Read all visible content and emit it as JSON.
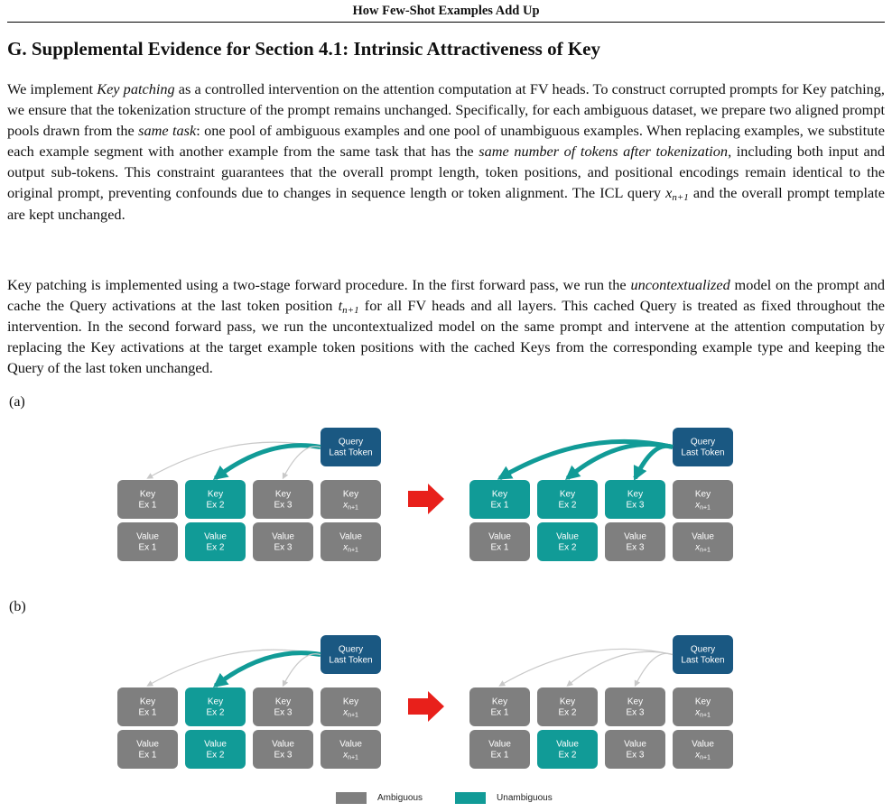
{
  "running_head": "How Few-Shot Examples Add Up",
  "section_title": "G. Supplemental Evidence for Section 4.1: Intrinsic Attractiveness of Key",
  "para1": {
    "t1": "We implement ",
    "e1": "Key patching",
    "t2": " as a controlled intervention on the attention computation at FV heads. To construct corrupted prompts for Key patching, we ensure that the tokenization structure of the prompt remains unchanged. Specifically, for each ambiguous dataset, we prepare two aligned prompt pools drawn from the ",
    "e2": "same task",
    "t3": ": one pool of ambiguous examples and one pool of unambiguous examples. When replacing examples, we substitute each example segment with another example from the same task that has the ",
    "e3": "same number of tokens after tokenization",
    "t4": ", including both input and output sub-tokens. This constraint guarantees that the overall prompt length, token positions, and positional encodings remain identical to the original prompt, preventing confounds due to changes in sequence length or token alignment. The ICL query ",
    "t5": " and the overall prompt template are kept unchanged."
  },
  "para2": {
    "t1": "Key patching is implemented using a two-stage forward procedure. In the first forward pass, we run the ",
    "e1": "uncontextualized",
    "t2": " model on the prompt and cache the Query activations at the last token position ",
    "t3": " for all FV heads and all layers. This cached Query is treated as fixed throughout the intervention. In the second forward pass, we run the uncontextualized model on the same prompt and intervene at the attention computation by replacing the Key activations at the target example token positions with the cached Keys from the corresponding example type and keeping the Query of the last token unchanged."
  },
  "math": {
    "x": "x",
    "x_sub": "n+1",
    "t": "t",
    "t_sub": "n+1"
  },
  "figure": {
    "label_a": "(a)",
    "label_b": "(b)",
    "query_line1": "Query",
    "query_line2": "Last Token",
    "key": "Key",
    "value": "Value",
    "ex1": "Ex 1",
    "ex2": "Ex 2",
    "ex3": "Ex 3",
    "xn": "x",
    "xn_sub": "n+1"
  },
  "legend": {
    "ambiguous": "Ambiguous",
    "unambiguous": "Unambiguous"
  },
  "colors": {
    "ambiguous": "#7f7f7f",
    "unambiguous": "#119b97",
    "query": "#1a5882",
    "arrow": "#e8201b",
    "thin_arrow": "#c9c9c9"
  }
}
